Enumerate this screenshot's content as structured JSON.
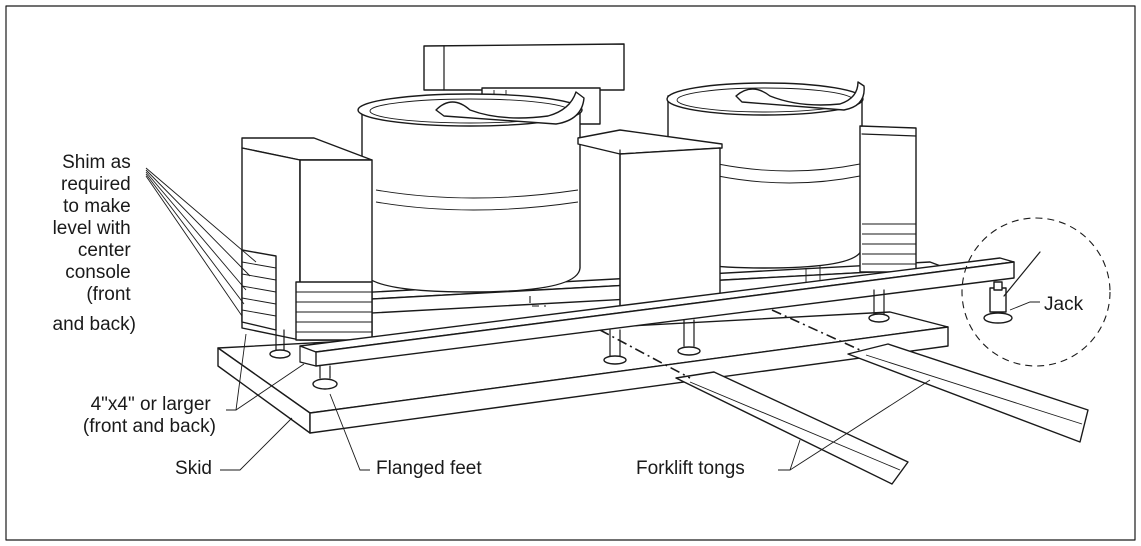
{
  "labels": {
    "shim": [
      "Shim as",
      "required",
      "to make",
      "level with",
      "center",
      "console",
      "(front",
      "and back)"
    ],
    "lumber": [
      "4\"x4\" or larger",
      "(front and back)"
    ],
    "skid": "Skid",
    "feet": "Flanged feet",
    "forklift": "Forklift tongs",
    "jack": "Jack"
  },
  "colors": {
    "ink": "#1a1a1a",
    "paper": "#ffffff"
  }
}
